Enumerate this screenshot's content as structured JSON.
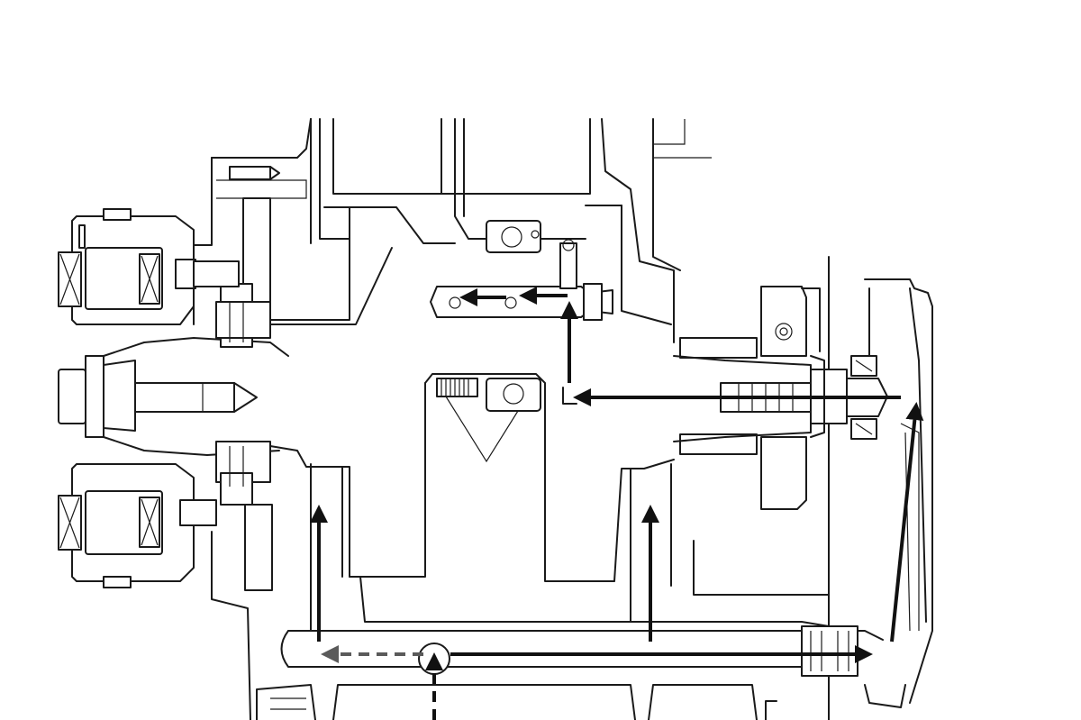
{
  "diagram": {
    "colors": {
      "line": "#1a1a1a",
      "flow_solid": "#111111",
      "flow_dashed": "#5a5a5a",
      "background": "#ffffff"
    },
    "flow_arrows": [
      {
        "id": "upper-left-1",
        "style": "solid",
        "direction": "left"
      },
      {
        "id": "upper-left-2",
        "style": "solid",
        "direction": "left"
      },
      {
        "id": "upper-vertical",
        "style": "solid",
        "direction": "up"
      },
      {
        "id": "center-horizontal",
        "style": "solid",
        "direction": "left"
      },
      {
        "id": "lower-left-vertical",
        "style": "solid",
        "direction": "up"
      },
      {
        "id": "lower-mid-vertical",
        "style": "solid",
        "direction": "up"
      },
      {
        "id": "right-diagonal",
        "style": "solid",
        "direction": "up"
      },
      {
        "id": "bottom-right",
        "style": "solid",
        "direction": "right"
      },
      {
        "id": "bottom-left",
        "style": "dashed",
        "direction": "left"
      },
      {
        "id": "bottom-inlet",
        "style": "dashed",
        "direction": "up"
      }
    ]
  }
}
